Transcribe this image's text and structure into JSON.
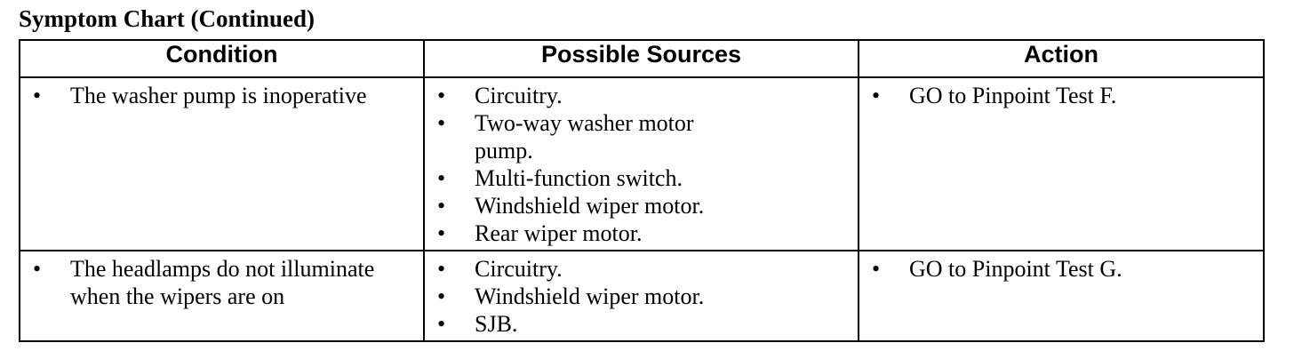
{
  "title": "Symptom Chart (Continued)",
  "headers": [
    "Condition",
    "Possible Sources",
    "Action"
  ],
  "rows": [
    {
      "condition": "The washer pump is inoperative",
      "sources": [
        "Circuitry.",
        "Two-way washer motor pump.",
        "Multi-function switch.",
        "Windshield wiper motor.",
        "Rear wiper motor."
      ],
      "action": "GO to Pinpoint Test F."
    },
    {
      "condition": "The headlamps do not illuminate when the wipers are on",
      "sources": [
        "Circuitry.",
        "Windshield wiper motor.",
        "SJB."
      ],
      "action": "GO to Pinpoint Test G."
    }
  ]
}
